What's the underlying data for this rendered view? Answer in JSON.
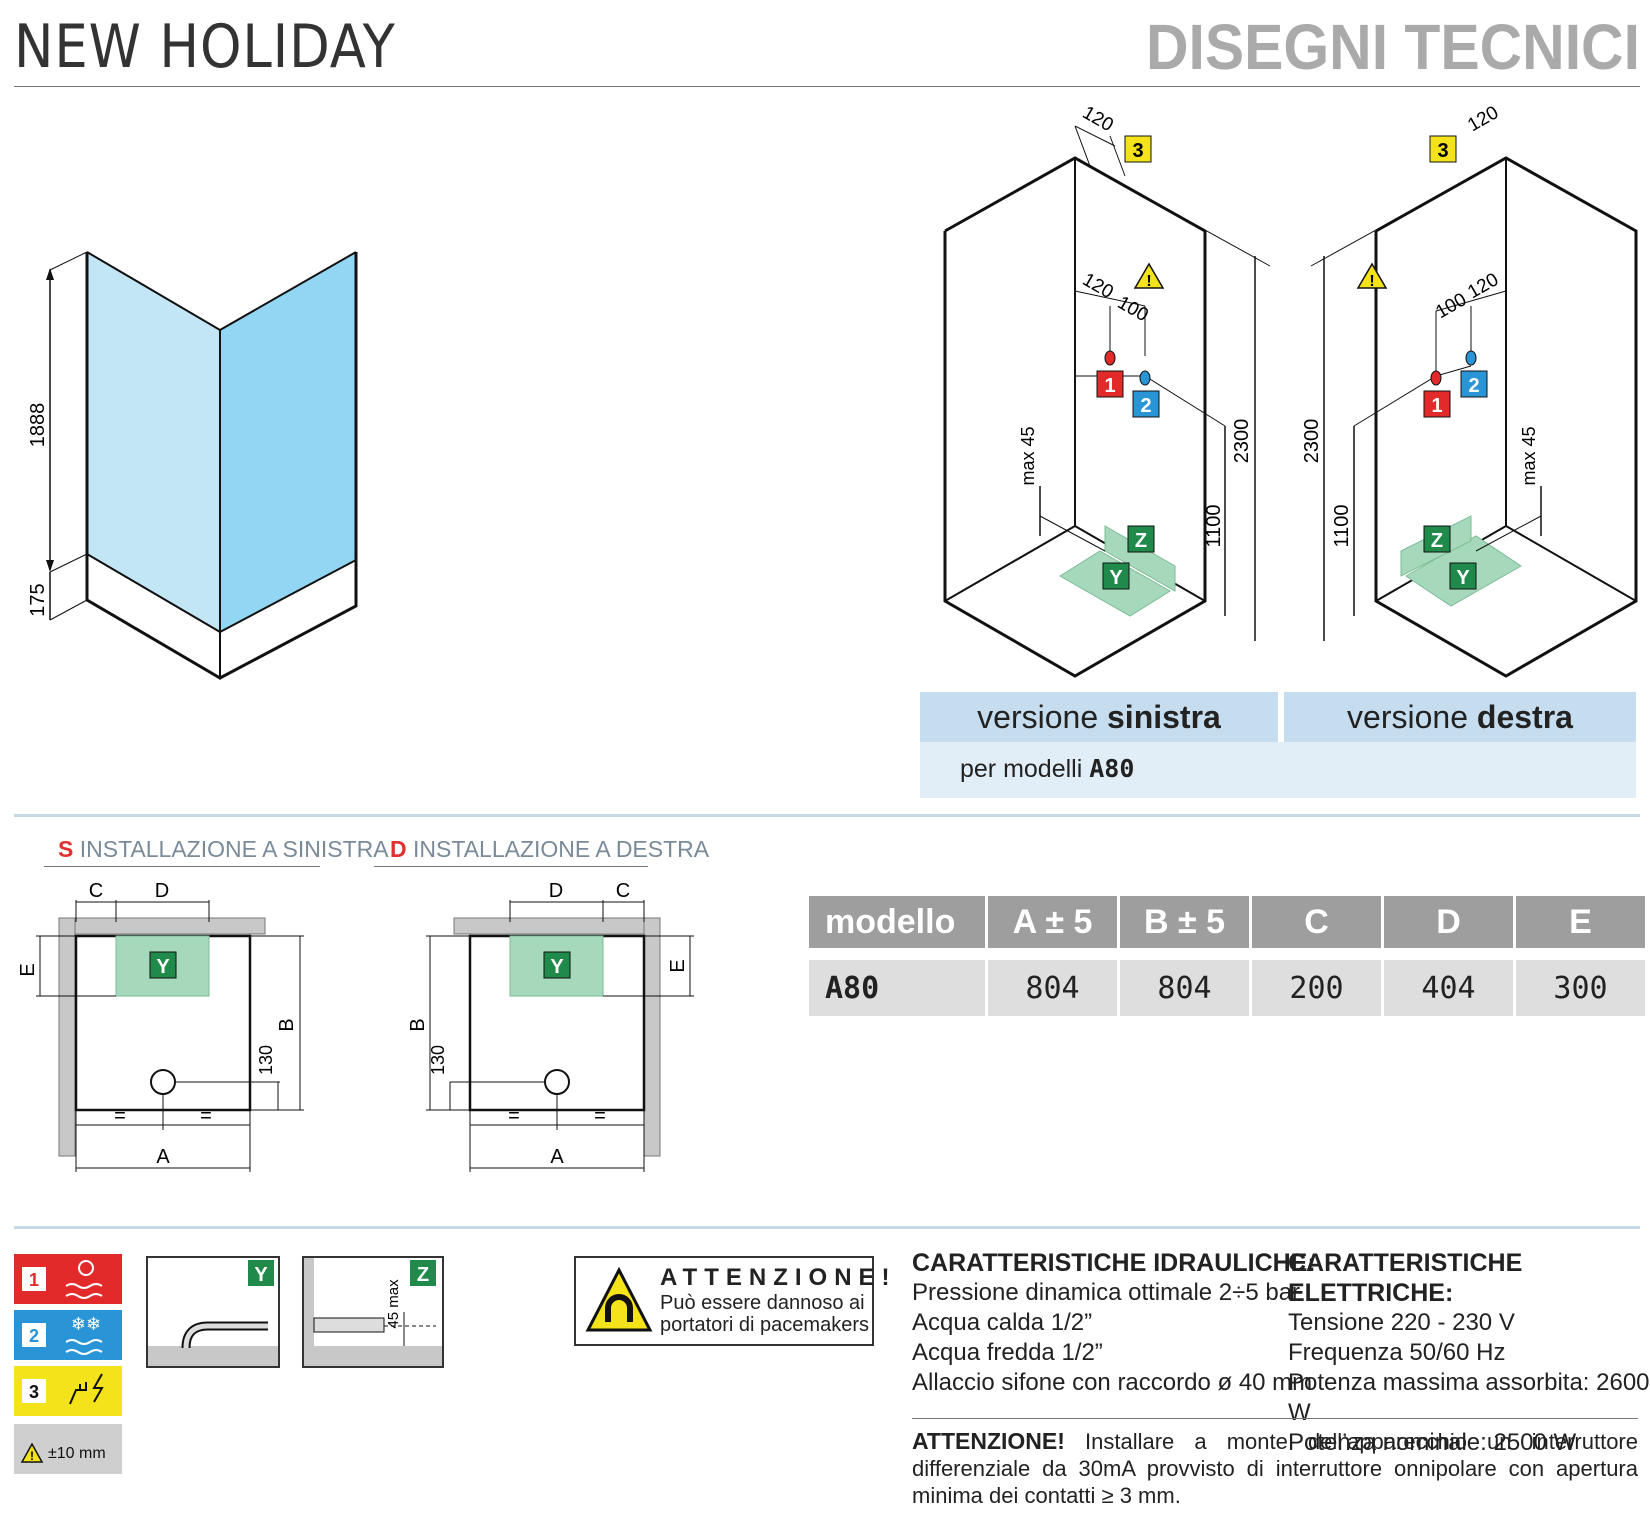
{
  "header": {
    "product_title": "NEW HOLIDAY",
    "section_title": "DISEGNI TECNICI"
  },
  "elevation": {
    "height_upper": "1888",
    "height_lower": "175"
  },
  "versions": {
    "left_prefix": "versione ",
    "left_bold": "sinistra",
    "right_prefix": "versione ",
    "right_bold": "destra",
    "models_prefix": "per modelli ",
    "models_bold": "A80"
  },
  "iso_labels": {
    "dim_120": "120",
    "dim_100": "100",
    "dim_2300": "2300",
    "dim_1100": "1100",
    "dim_max45": "max 45",
    "tag_1": "1",
    "tag_2": "2",
    "tag_3": "3",
    "tag_y": "Y",
    "tag_z": "Z"
  },
  "installation": {
    "left_letter": "S",
    "left_text": " INSTALLAZIONE A SINISTRA",
    "right_letter": "D",
    "right_text": " INSTALLAZIONE A DESTRA",
    "lbl_a": "A",
    "lbl_b": "B",
    "lbl_c": "C",
    "lbl_d": "D",
    "lbl_e": "E",
    "lbl_eq": "=",
    "lbl_130": "130",
    "lbl_y": "Y"
  },
  "spec_table": {
    "headers": [
      "modello",
      "A ± 5",
      "B ± 5",
      "C",
      "D",
      "E"
    ],
    "rows": [
      [
        "A80",
        "804",
        "804",
        "200",
        "404",
        "300"
      ]
    ]
  },
  "legend": {
    "item1": "1",
    "item2": "2",
    "item3": "3",
    "tolerance": "±10 mm",
    "y": "Y",
    "z": "Z",
    "max45": "45 max",
    "color_hot": "#e32a2a",
    "color_cold": "#2a95d6",
    "color_elec": "#f4e21a",
    "color_green": "#1f8a4a"
  },
  "warning": {
    "title": "ATTENZIONE!",
    "line1": "Può essere dannoso ai",
    "line2": "portatori di pacemakers"
  },
  "hydraulic": {
    "heading": "CARATTERISTICHE IDRAULICHE:",
    "lines": [
      "Pressione dinamica ottimale 2÷5 bar",
      "Acqua calda 1/2”",
      "Acqua fredda 1/2”",
      "Allaccio sifone con raccordo ø 40 mm"
    ]
  },
  "electrical": {
    "heading": "CARATTERISTICHE ELETTRICHE:",
    "lines": [
      "Tensione 220 - 230 V",
      "Frequenza 50/60 Hz",
      "Potenza massima assorbita: 2600 W",
      "Potenza nominale: 2500 W"
    ]
  },
  "note": {
    "bold": "ATTENZIONE!",
    "text": " Installare a monte dell’apparecchio un interruttore differenziale da 30mA provvisto di interruttore onnipolare con apertura minima dei contatti ≥ 3 mm."
  }
}
